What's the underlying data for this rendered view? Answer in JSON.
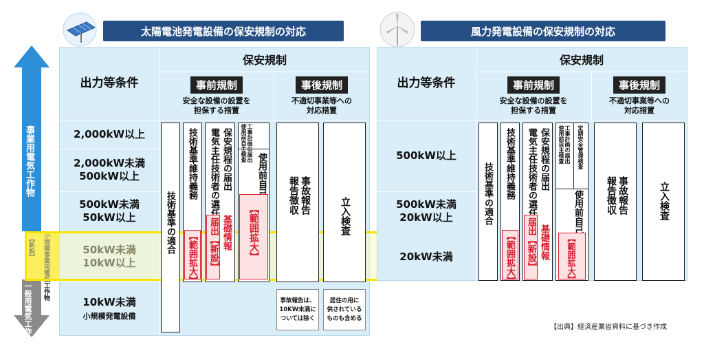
{
  "solar": {
    "title": "太陽電池発電設備の保安規制の対応",
    "condition_header": "出力等条件",
    "regulation_header": "保安規制",
    "pre_header": "事前規制",
    "pre_sub": "安全な設備の設置を\n担保する措置",
    "post_header": "事後規制",
    "post_sub": "不適切事業等への\n対応措置",
    "rows": [
      "2,000kW以上",
      "2,000kW未満\n500kW以上",
      "500kW未満\n50kW以上",
      "50kW未満\n10kW以上"
    ],
    "row_small_title": "10kW未満",
    "row_small_sub": "小規模発電設備",
    "col_tech": "技術基準の適合",
    "col_maint": "技術基準維持義務",
    "col_maint_tag": "【範囲拡大】",
    "col_engineer": "電気主任技術者の選任",
    "col_safety": "保安規程の届出",
    "col_safety_tag": "届出【新設】",
    "col_basic": "基礎情報",
    "col_plan": "工事計画の届出\n使用前自主検査",
    "col_self": "使用前自己確認",
    "col_expand": "【範囲拡大】",
    "col_report": "事故報告\n報告徴収",
    "col_inspect": "立入検査",
    "note_report": "事故報告は、\n10KW未満に\nついては除く",
    "note_inspect": "居住の用に\n供されている\nものも含める"
  },
  "wind": {
    "title": "風力発電設備の保安規制の対応",
    "condition_header": "出力等条件",
    "regulation_header": "保安規制",
    "pre_header": "事前規制",
    "pre_sub": "安全な設備の設置を\n担保する措置",
    "post_header": "事後規制",
    "post_sub": "不適切事業等への\n対応措置",
    "rows": [
      "500kW以上",
      "500kW未満\n20kW以上",
      "20kW未満"
    ],
    "col_tech": "技術基準の適合",
    "col_maint": "技術基準維持義務",
    "col_maint_tag": "【範囲拡大】",
    "col_engineer": "電気主任技術者の選任",
    "col_safety": "保安規程の届出",
    "col_safety_tag": "届出【新設】",
    "col_basic": "基礎情報",
    "col_plan": "工事計画の届出\n使用前自主検査",
    "col_periodic": "定期安全管理検査",
    "col_self": "使用前自己確認",
    "col_expand": "【範囲拡大】",
    "col_report": "事故報告\n報告徴収",
    "col_inspect": "立入検査"
  },
  "left_arrow": {
    "business": "事業用電気工作物",
    "small_business": "小規模事業用電気工作物",
    "new_tag": "【新設】",
    "general": "一般用電気工作物"
  },
  "source": "【出典】経済産業省資料に基づき作成",
  "colors": {
    "header_bg": "#264f86",
    "panel_bg": "#d9eef8",
    "accent_red": "#d81c2e",
    "arrow_blue": "#2d8fd8",
    "arrow_gray": "#8a8a8a",
    "band_yellow": "#f5e500"
  }
}
